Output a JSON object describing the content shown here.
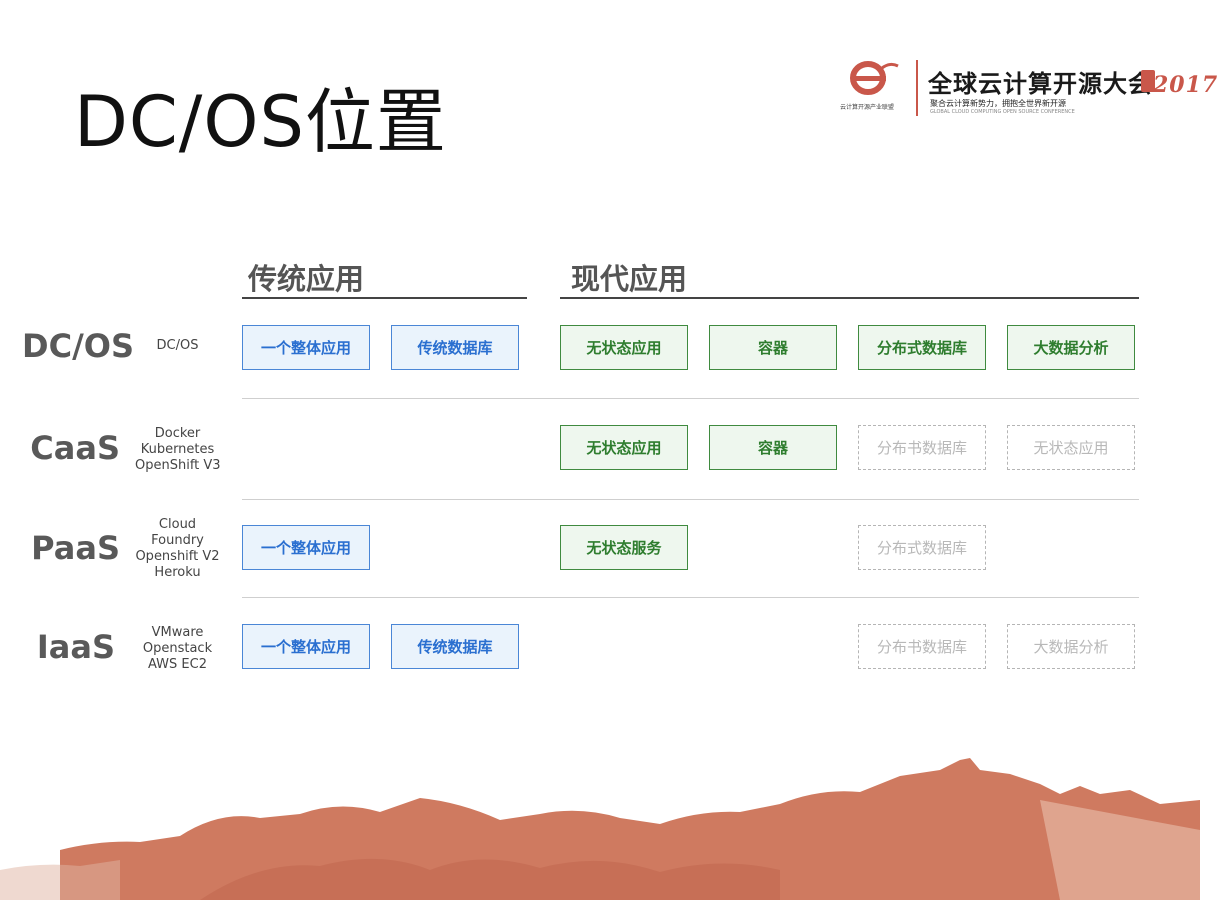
{
  "slide": {
    "title": "DC/OS位置",
    "logo": {
      "org_text": "云计算开源产业联盟",
      "main_text": "全球云计算开源大会",
      "year": "2017",
      "line1": "聚合云计算新势力，拥抱全世界新开源",
      "line2": "GLOBAL CLOUD COMPUTING OPEN SOURCE CONFERENCE"
    }
  },
  "groups": {
    "traditional": "传统应用",
    "modern": "现代应用"
  },
  "rows": [
    {
      "label": "DC/OS",
      "tech": [
        "DC/OS"
      ],
      "cells": [
        {
          "text": "一个整体应用",
          "style": "blue"
        },
        {
          "text": "传统数据库",
          "style": "blue"
        },
        {
          "text": "无状态应用",
          "style": "green"
        },
        {
          "text": "容器",
          "style": "green"
        },
        {
          "text": "分布式数据库",
          "style": "green"
        },
        {
          "text": "大数据分析",
          "style": "green"
        }
      ]
    },
    {
      "label": "CaaS",
      "tech": [
        "Docker",
        "Kubernetes",
        "OpenShift V3"
      ],
      "cells": [
        {
          "text": "无状态应用",
          "style": "green"
        },
        {
          "text": "容器",
          "style": "green"
        },
        {
          "text": "分布书数据库",
          "style": "dashed"
        },
        {
          "text": "无状态应用",
          "style": "dashed"
        }
      ]
    },
    {
      "label": "PaaS",
      "tech": [
        "Cloud",
        "Foundry",
        "Openshift V2",
        "Heroku"
      ],
      "cells": [
        {
          "text": "一个整体应用",
          "style": "blue"
        },
        {
          "text": "无状态服务",
          "style": "green"
        },
        {
          "text": "分布式数据库",
          "style": "dashed"
        }
      ]
    },
    {
      "label": "IaaS",
      "tech": [
        "VMware",
        "Openstack",
        "AWS EC2"
      ],
      "cells": [
        {
          "text": "一个整体应用",
          "style": "blue"
        },
        {
          "text": "传统数据库",
          "style": "blue"
        },
        {
          "text": "分布书数据库",
          "style": "dashed"
        },
        {
          "text": "大数据分析",
          "style": "dashed"
        }
      ]
    }
  ],
  "colors": {
    "blue_border": "#4a86d6",
    "green_border": "#3f8a3f",
    "dashed_border": "#b5b5b5",
    "wall": "#cf7a60",
    "accent": "#c9574a"
  },
  "icons": {
    "logo_mark": "conference-logo-icon",
    "wall": "great-wall-illustration"
  }
}
